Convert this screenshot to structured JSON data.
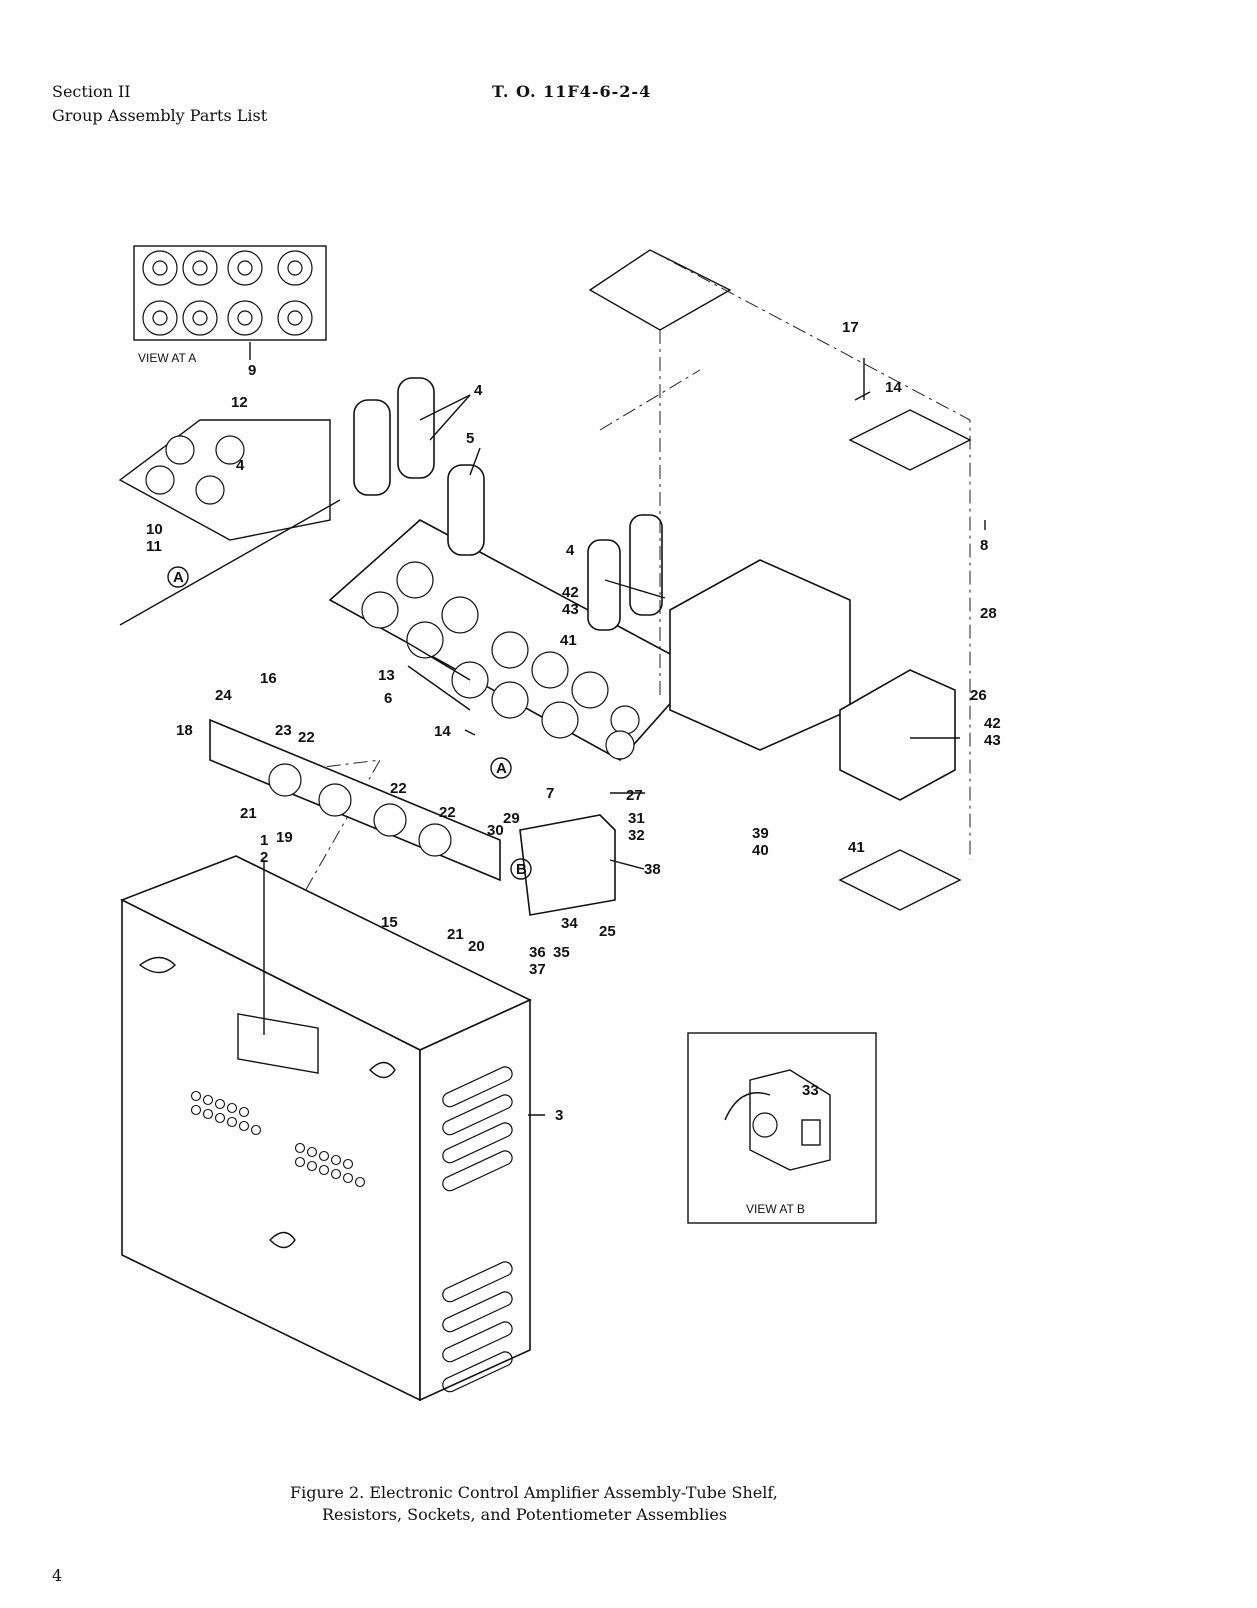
{
  "header": {
    "section": "Section II",
    "subtitle": "Group Assembly Parts List",
    "doc_number": "T. O. 11F4-6-2-4"
  },
  "insets": {
    "view_a": "VIEW AT A",
    "view_b": "VIEW AT B"
  },
  "callouts": [
    "1",
    "2",
    "3",
    "4",
    "4",
    "4",
    "5",
    "6",
    "7",
    "8",
    "9",
    "10",
    "11",
    "12",
    "13",
    "14",
    "14",
    "15",
    "16",
    "17",
    "18",
    "19",
    "20",
    "21",
    "21",
    "22",
    "22",
    "22",
    "23",
    "24",
    "25",
    "26",
    "27",
    "28",
    "29",
    "30",
    "31",
    "32",
    "33",
    "34",
    "35",
    "36",
    "37",
    "38",
    "39",
    "40",
    "41",
    "41",
    "42",
    "43",
    "42",
    "43",
    "A",
    "A",
    "B"
  ],
  "caption": {
    "line1": "Figure 2.  Electronic Control Amplifier Assembly-Tube Shelf,",
    "line2": "Resistors, Sockets, and Potentiometer Assemblies"
  },
  "page_number": "4"
}
